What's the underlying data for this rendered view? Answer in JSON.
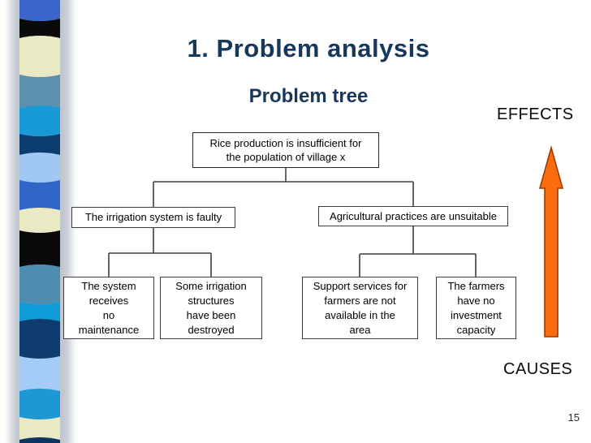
{
  "slide": {
    "title": "1. Problem analysis",
    "subtitle": "Problem tree",
    "page_number": "15"
  },
  "axis_labels": {
    "effects": "EFFECTS",
    "causes": "CAUSES"
  },
  "tree": {
    "root": {
      "text": "Rice production is insufficient for\nthe population of village x"
    },
    "causes_level1": [
      {
        "text": "The irrigation system is faulty"
      },
      {
        "text": "Agricultural practices are unsuitable"
      }
    ],
    "causes_level2": [
      {
        "text": "The system\nreceives\nno\nmaintenance"
      },
      {
        "text": "Some irrigation\nstructures\nhave been\ndestroyed"
      },
      {
        "text": "Support services for\nfarmers are not\navailable in the\narea"
      },
      {
        "text": "The farmers\nhave no\ninvestment\ncapacity"
      }
    ]
  },
  "colors": {
    "title_text": "#17375D",
    "body_text": "#000000",
    "box_border": "#3F3F3F",
    "connector": "#3F3F3F",
    "arrow_fill": "#FB6C11",
    "arrow_stroke": "#9E3B00",
    "ribbon_halo": "#97A0AE"
  },
  "ribbon": {
    "segments": [
      {
        "color": "#3A66CC",
        "height": 23
      },
      {
        "color": "#0A0A0A",
        "height": 24
      },
      {
        "color": "#E9E9C5",
        "height": 45
      },
      {
        "color": "#5D8FAE",
        "height": 41
      },
      {
        "color": "#189AD6",
        "height": 32
      },
      {
        "color": "#0D3C6E",
        "height": 26
      },
      {
        "color": "#9FC9F2",
        "height": 31
      },
      {
        "color": "#2F66C8",
        "height": 37
      },
      {
        "color": "#E9E9C5",
        "height": 25
      },
      {
        "color": "#0A0A0A",
        "height": 45
      },
      {
        "color": "#4E8CB0",
        "height": 43
      },
      {
        "color": "#0E9BD8",
        "height": 24
      },
      {
        "color": "#0E3C70",
        "height": 43
      },
      {
        "color": "#A5CCF6",
        "height": 43
      },
      {
        "color": "#1E98D2",
        "height": 32
      },
      {
        "color": "#E9E9C5",
        "height": 28
      },
      {
        "color": "#0D3560",
        "height": 4
      }
    ]
  }
}
